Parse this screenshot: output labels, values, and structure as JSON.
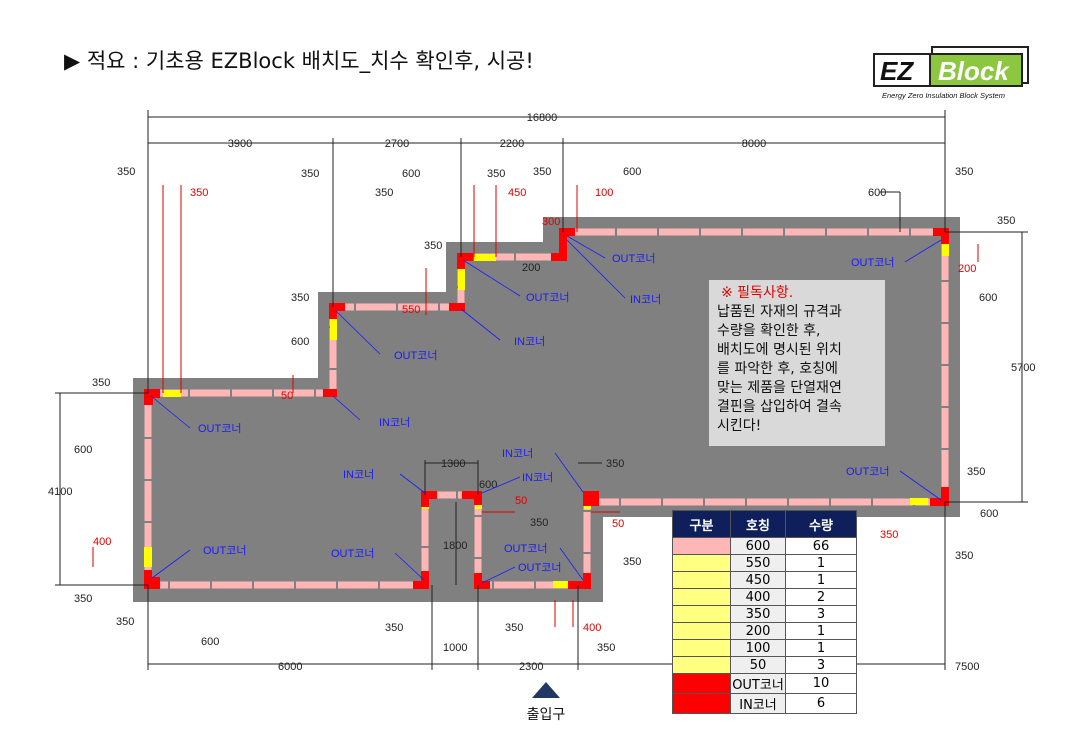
{
  "title": "▶ 적요 : 기초용 EZBlock 배치도_치수 확인후, 시공!",
  "logo": {
    "left": "EZ",
    "right": "Block",
    "tagline": "Energy Zero Insulation Block System"
  },
  "colors": {
    "slab": "#808080",
    "block": "#ffb6b6",
    "special": "#ffff00",
    "corner": "#ff0000",
    "header": "#0f1f5c",
    "leader": "#1a1aff"
  },
  "overall_dims": [
    "16800",
    "3900",
    "2700",
    "2200",
    "8000",
    "5700",
    "4100",
    "6000",
    "2300",
    "7500",
    "1300",
    "1800",
    "1000"
  ],
  "dims": [
    "350",
    "350",
    "350",
    "600",
    "350",
    "350",
    "600",
    "600",
    "350",
    "350",
    "200",
    "350",
    "600",
    "350",
    "600",
    "350",
    "350",
    "600",
    "350",
    "600",
    "350",
    "350",
    "350",
    "350",
    "350",
    "350",
    "600",
    "350",
    "350",
    "350",
    "350",
    "600"
  ],
  "red_dims": [
    "350",
    "450",
    "100",
    "300",
    "200",
    "550",
    "50",
    "400",
    "50",
    "50",
    "350",
    "400"
  ],
  "corner_labels": [
    "OUT코너",
    "IN코너",
    "OUT코너",
    "OUT코너",
    "IN코너",
    "OUT코너",
    "IN코너",
    "OUT코너",
    "IN코너",
    "IN코너",
    "IN코너",
    "OUT코너",
    "OUT코너",
    "OUT코너",
    "OUT코너",
    "OUT코너"
  ],
  "notes": {
    "title": "※ 필독사항.",
    "lines": [
      "납품된 자재의 규격과",
      "수량을 확인한 후,",
      "배치도에 명시된 위치",
      "를 파악한 후, 호칭에",
      "맞는 제품을 단열재연",
      "결핀을 삽입하여 결속",
      "시킨다!"
    ]
  },
  "legend": {
    "headers": [
      "구분",
      "호칭",
      "수량"
    ],
    "rows": [
      {
        "color": "#ffb6b6",
        "name": "600",
        "qty": "66"
      },
      {
        "color": "#ffff80",
        "name": "550",
        "qty": "1"
      },
      {
        "color": "#ffff80",
        "name": "450",
        "qty": "1"
      },
      {
        "color": "#ffff80",
        "name": "400",
        "qty": "2"
      },
      {
        "color": "#ffff80",
        "name": "350",
        "qty": "3"
      },
      {
        "color": "#ffff80",
        "name": "200",
        "qty": "1"
      },
      {
        "color": "#ffff80",
        "name": "100",
        "qty": "1"
      },
      {
        "color": "#ffff80",
        "name": "50",
        "qty": "3"
      },
      {
        "color": "#ff0000",
        "name": "OUT코너",
        "qty": "10"
      },
      {
        "color": "#ff0000",
        "name": "IN코너",
        "qty": "6"
      }
    ]
  },
  "entrance_label": "출입구"
}
